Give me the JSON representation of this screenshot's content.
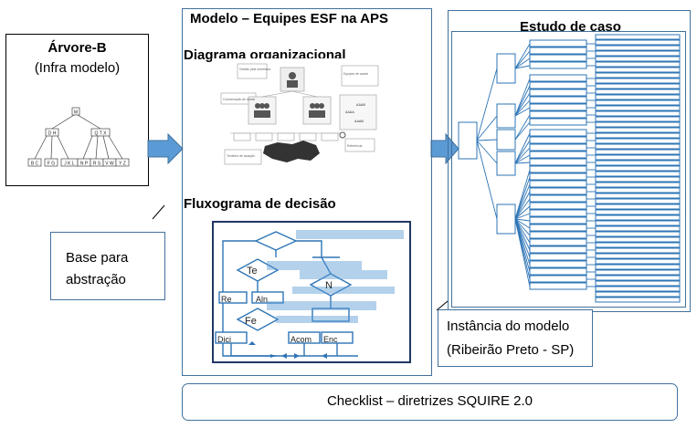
{
  "btree_panel": {
    "title": "Árvore-B",
    "subtitle": "(Infra modelo)",
    "root_key": "M",
    "level1_keys": [
      "D H",
      "Q T X"
    ],
    "leaf_keys": [
      "B C",
      "F G",
      "J K L",
      "N P",
      "R S",
      "V W",
      "Y Z"
    ]
  },
  "abstraction_box": {
    "line1": "Base para",
    "line2": "abstração"
  },
  "model_panel": {
    "title": "Modelo – Equipes ESF na APS",
    "org_diagram_title": "Diagrama organizacional",
    "flowchart_title": "Fluxograma de decisão"
  },
  "org_diagram": {
    "labels": [
      "Gestão pela secretaria",
      "Coordenação de saúde",
      "Equipes de saúde",
      "Referência",
      "AAAB",
      "AAAA",
      "AAAB",
      "Território de atuação"
    ]
  },
  "flowchart": {
    "labels": [
      "Te",
      "N",
      "Fe",
      "Re",
      "Aln",
      "Dici",
      "Acom",
      "Enc"
    ]
  },
  "case_panel": {
    "title": "Estudo de caso"
  },
  "instance_box": {
    "line1": "Instância do modelo",
    "line2": "(Ribeirão Preto - SP)"
  },
  "checklist": {
    "label": "Checklist – diretrizes SQUIRE 2.0"
  },
  "colors": {
    "panel_border": "#41719c",
    "arrow_fill": "#5b9bd5",
    "box_border": "#2e75b6"
  }
}
